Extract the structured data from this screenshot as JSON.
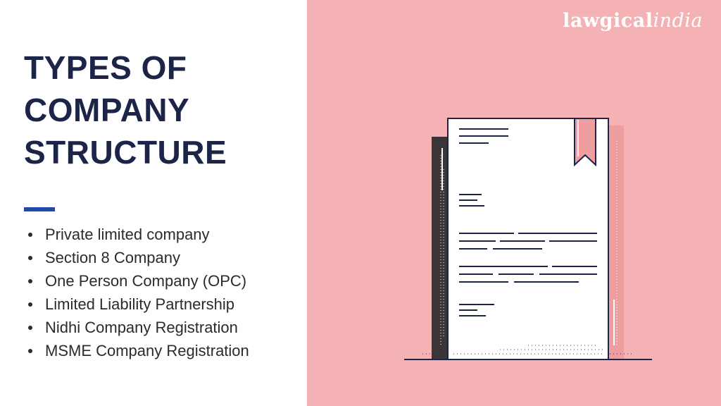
{
  "title_lines": [
    "TYPES OF",
    "COMPANY",
    "STRUCTURE"
  ],
  "company_types": [
    "Private limited company",
    "Section 8 Company",
    "One Person Company (OPC)",
    "Limited Liability Partnership",
    "Nidhi Company Registration",
    "MSME Company Registration"
  ],
  "logo": {
    "part1": "lawgical",
    "part2": "india"
  },
  "colors": {
    "navy": "#1c2447",
    "accent_blue": "#1f4aa8",
    "pink_background": "#f4b2b4",
    "bookmark": "#ef9ea0",
    "dark_spine": "#3a3536"
  },
  "icons": [
    "document-icon",
    "bookmark-icon"
  ]
}
